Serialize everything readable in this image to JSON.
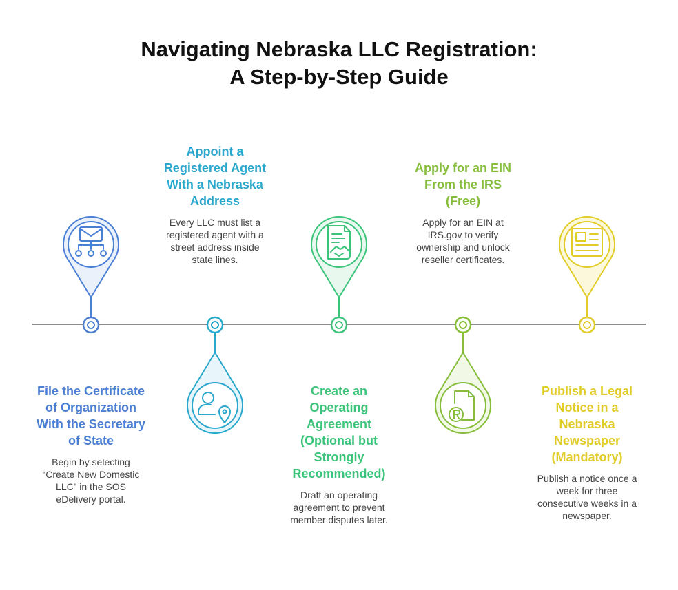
{
  "title": {
    "line1": "Navigating Nebraska LLC Registration:",
    "line2": "A Step-by-Step Guide"
  },
  "colors": {
    "timeline": "#8c8c8c",
    "step1": "#4a7fd4",
    "step2": "#2aa7cc",
    "step3": "#3cc47a",
    "step4": "#86bd3a",
    "step5": "#e2cc2a"
  },
  "steps": [
    {
      "icon": "sitemap-icon",
      "title_lines": [
        "File the Certificate",
        "of Organization",
        "With the Secretary",
        "of State"
      ],
      "desc_lines": [
        "Begin by selecting",
        "“Create New Domestic",
        "LLC” in the SOS",
        "eDelivery portal."
      ]
    },
    {
      "icon": "person-location-icon",
      "title_lines": [
        "Appoint a",
        "Registered Agent",
        "With a Nebraska",
        "Address"
      ],
      "desc_lines": [
        "Every LLC must list a",
        "registered agent with a",
        "street address inside",
        "state lines."
      ]
    },
    {
      "icon": "contract-handshake-icon",
      "title_lines": [
        "Create an",
        "Operating",
        "Agreement",
        "(Optional but",
        "Strongly",
        "Recommended)"
      ],
      "desc_lines": [
        "Draft an operating",
        "agreement to prevent",
        "member disputes later."
      ]
    },
    {
      "icon": "registered-document-icon",
      "title_lines": [
        "Apply for an EIN",
        "From the IRS",
        "(Free)"
      ],
      "desc_lines": [
        "Apply for an EIN at",
        "IRS.gov to verify",
        "ownership and unlock",
        "reseller certificates."
      ]
    },
    {
      "icon": "newspaper-icon",
      "title_lines": [
        "Publish a Legal",
        "Notice in a",
        "Nebraska",
        "Newspaper",
        "(Mandatory)"
      ],
      "desc_lines": [
        "Publish a notice once a",
        "week for three",
        "consecutive weeks in a",
        "newspaper."
      ]
    }
  ]
}
